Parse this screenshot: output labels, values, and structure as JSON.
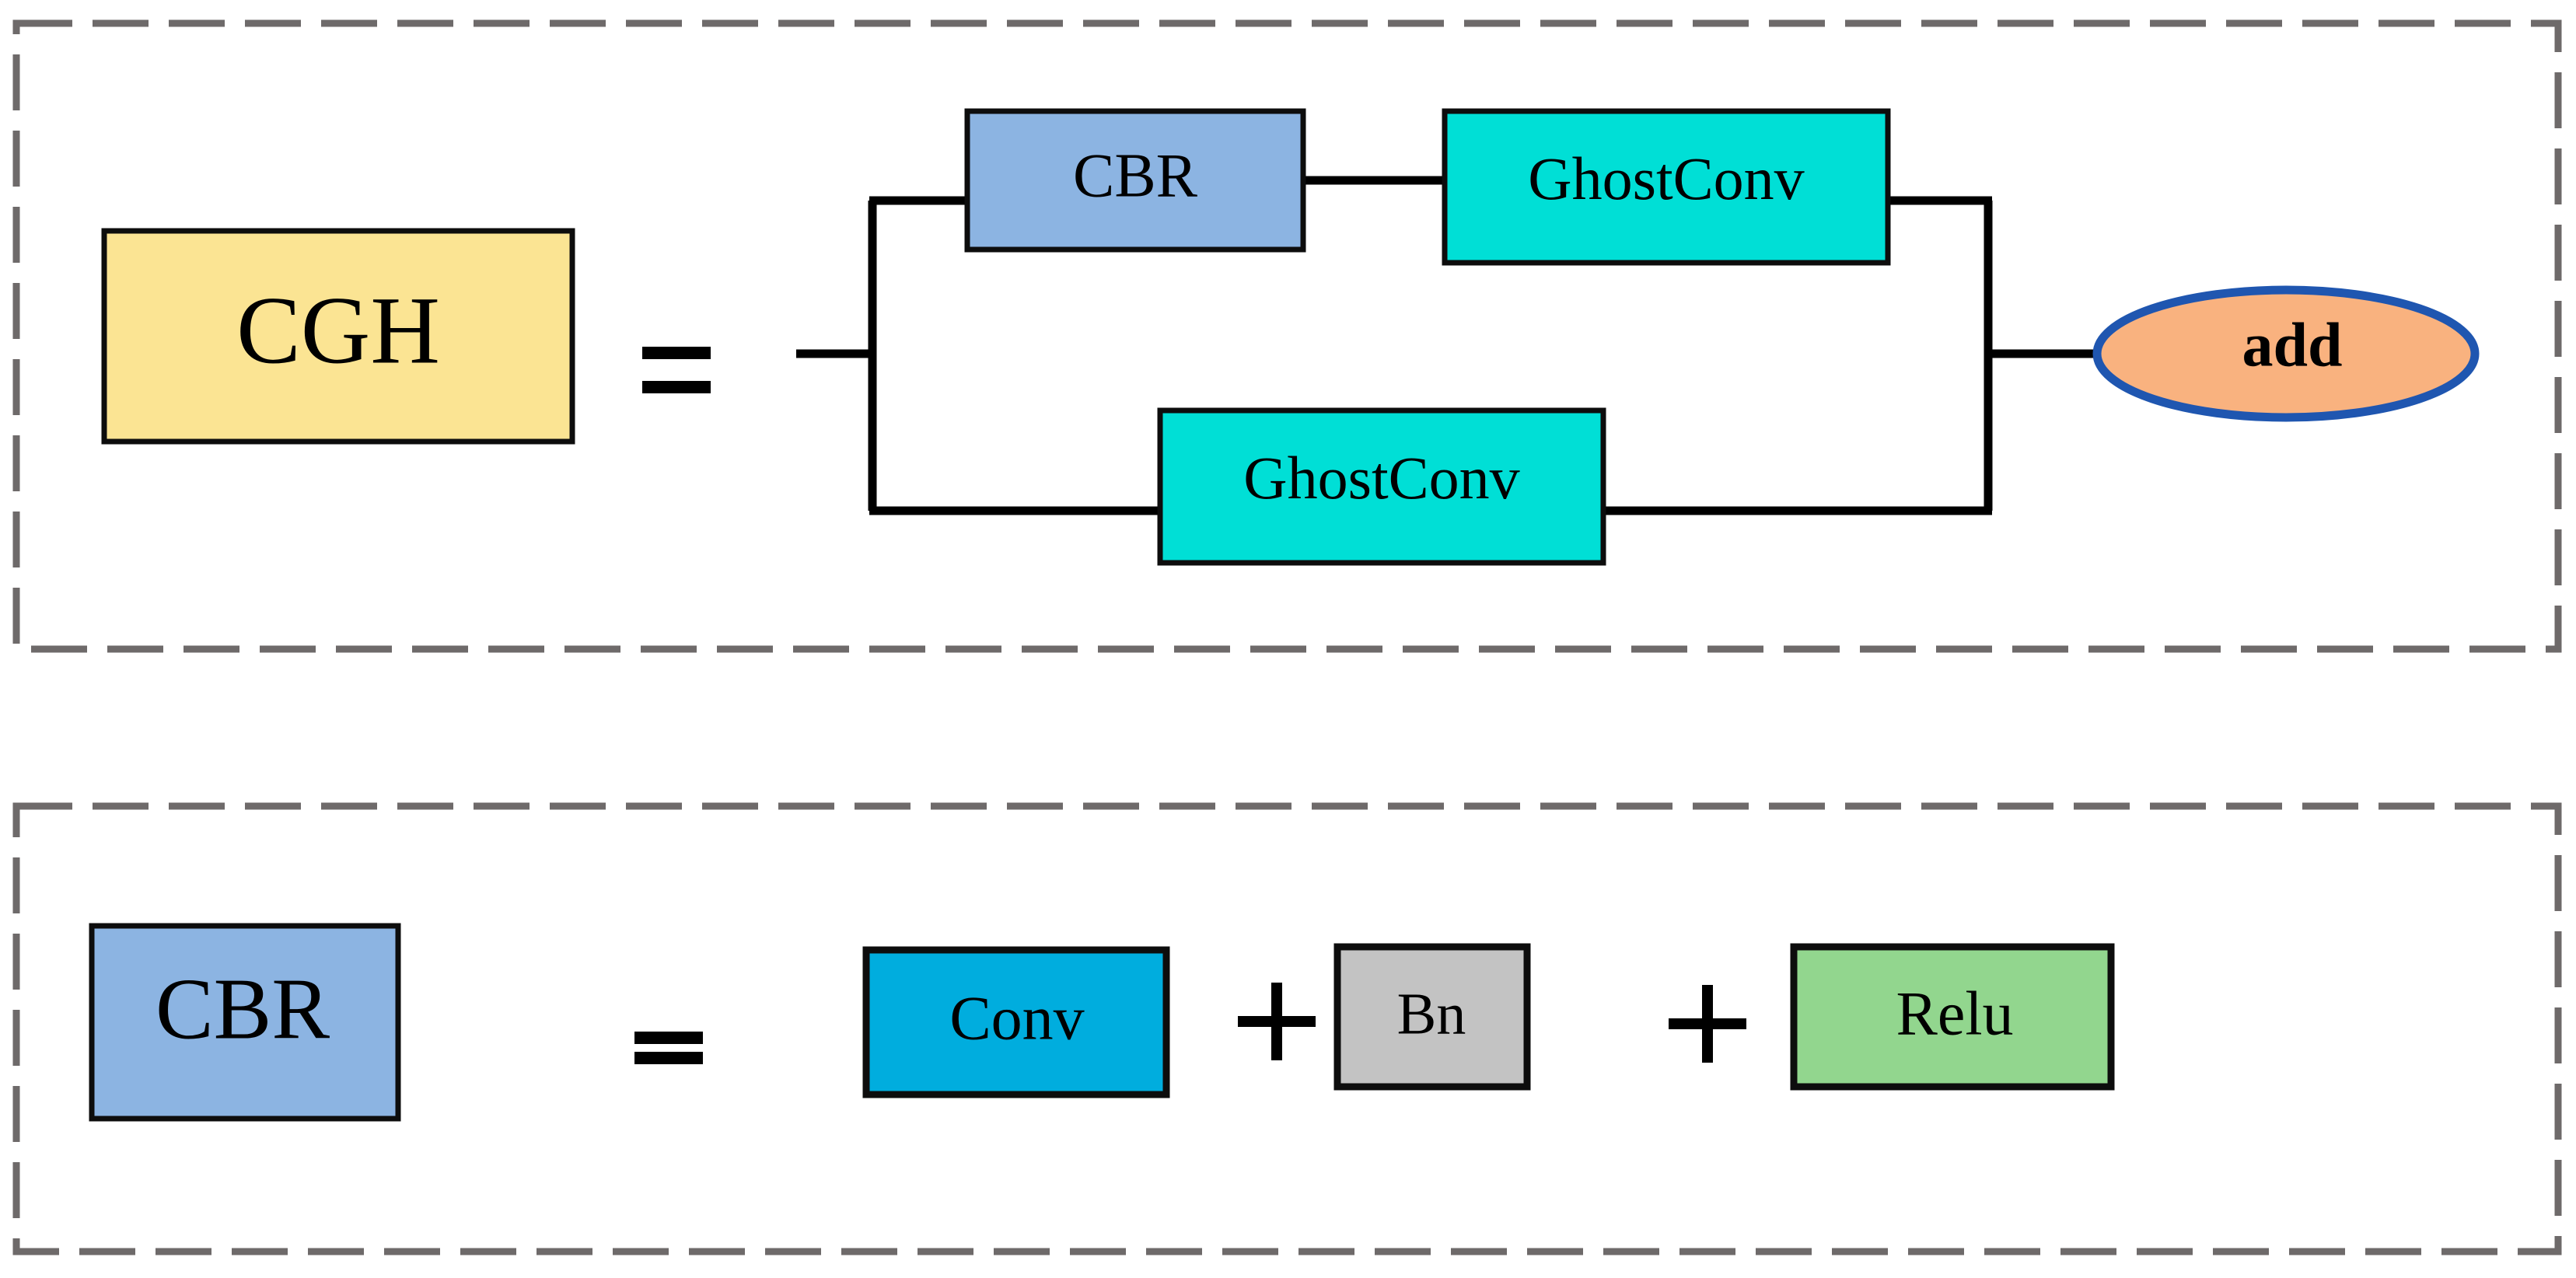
{
  "diagram": {
    "title_present": false,
    "panels": [
      {
        "id": "cgh-panel",
        "definition_label": "CGH",
        "equals_symbol": "=",
        "nodes": {
          "cgh": "CGH",
          "cbr": "CBR",
          "ghostconv_top": "GhostConv",
          "ghostconv_bottom": "GhostConv",
          "add": "add"
        }
      },
      {
        "id": "cbr-panel",
        "definition_label": "CBR",
        "equals_symbol": "=",
        "plus_symbol_1": "+",
        "plus_symbol_2": "+",
        "nodes": {
          "cbr": "CBR",
          "conv": "Conv",
          "bn": "Bn",
          "relu": "Relu"
        }
      }
    ]
  },
  "colors": {
    "panel_border": "#6e6a6a",
    "box_stroke": "#0d0d0d",
    "cgh_fill": "#fbe493",
    "cbr_fill": "#8cb4e2",
    "ghostconv_fill": "#00dfd6",
    "add_fill": "#f9b27f",
    "add_stroke": "#1f56b0",
    "conv_fill": "#00adde",
    "bn_fill": "#c3c3c3",
    "relu_fill": "#92d68e",
    "line": "#000000",
    "background": "#ffffff"
  }
}
